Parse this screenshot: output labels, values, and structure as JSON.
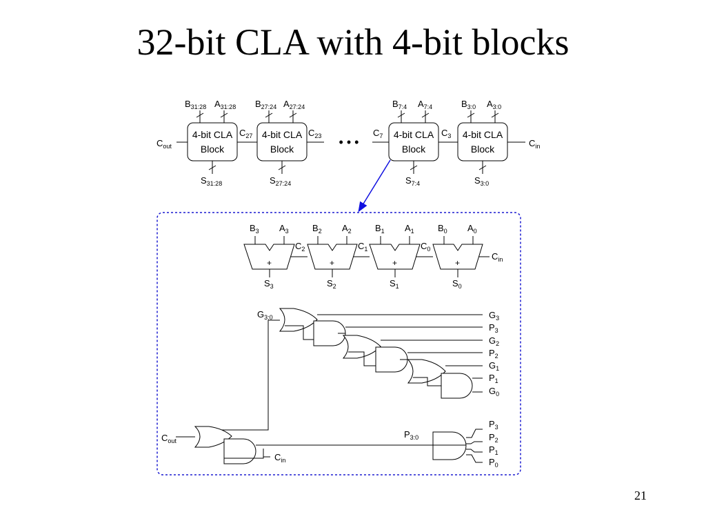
{
  "title": "32-bit CLA with 4-bit blocks",
  "page_number": "21",
  "block_label": [
    "4-bit CLA",
    "Block"
  ],
  "ellipsis": "• • •",
  "top_inputs": [
    {
      "b": "B",
      "b_sub": "31:28",
      "a": "A",
      "a_sub": "31:28"
    },
    {
      "b": "B",
      "b_sub": "27:24",
      "a": "A",
      "a_sub": "27:24"
    },
    {
      "b": "B",
      "b_sub": "7:4",
      "a": "A",
      "a_sub": "7:4"
    },
    {
      "b": "B",
      "b_sub": "3:0",
      "a": "A",
      "a_sub": "3:0"
    }
  ],
  "top_sums": [
    {
      "t": "S",
      "sub": "31:28"
    },
    {
      "t": "S",
      "sub": "27:24"
    },
    {
      "t": "S",
      "sub": "7:4"
    },
    {
      "t": "S",
      "sub": "3:0"
    }
  ],
  "top_carries": {
    "cout": {
      "t": "C",
      "sub": "out"
    },
    "c27": {
      "t": "C",
      "sub": "27"
    },
    "c23": {
      "t": "C",
      "sub": "23"
    },
    "c7": {
      "t": "C",
      "sub": "7"
    },
    "c3": {
      "t": "C",
      "sub": "3"
    },
    "cin": {
      "t": "C",
      "sub": "in"
    }
  },
  "adders": [
    {
      "b": "B",
      "b_sub": "3",
      "a": "A",
      "a_sub": "3",
      "s": "S",
      "s_sub": "3",
      "op": "+"
    },
    {
      "b": "B",
      "b_sub": "2",
      "a": "A",
      "a_sub": "2",
      "s": "S",
      "s_sub": "2",
      "op": "+"
    },
    {
      "b": "B",
      "b_sub": "1",
      "a": "A",
      "a_sub": "1",
      "s": "S",
      "s_sub": "1",
      "op": "+"
    },
    {
      "b": "B",
      "b_sub": "0",
      "a": "A",
      "a_sub": "0",
      "s": "S",
      "s_sub": "0",
      "op": "+"
    }
  ],
  "adder_carries": {
    "c2": {
      "t": "C",
      "sub": "2"
    },
    "c1": {
      "t": "C",
      "sub": "1"
    },
    "c0": {
      "t": "C",
      "sub": "0"
    },
    "cin": {
      "t": "C",
      "sub": "in"
    }
  },
  "gen_label": {
    "t": "G",
    "sub": "3:0"
  },
  "gen_inputs": [
    {
      "t": "G",
      "sub": "3"
    },
    {
      "t": "P",
      "sub": "3"
    },
    {
      "t": "G",
      "sub": "2"
    },
    {
      "t": "P",
      "sub": "2"
    },
    {
      "t": "G",
      "sub": "1"
    },
    {
      "t": "P",
      "sub": "1"
    },
    {
      "t": "G",
      "sub": "0"
    }
  ],
  "prop_label": {
    "t": "P",
    "sub": "3:0"
  },
  "prop_inputs": [
    {
      "t": "P",
      "sub": "3"
    },
    {
      "t": "P",
      "sub": "2"
    },
    {
      "t": "P",
      "sub": "1"
    },
    {
      "t": "P",
      "sub": "0"
    }
  ],
  "cout_label": {
    "t": "C",
    "sub": "out"
  },
  "cin_label": {
    "t": "C",
    "sub": "in"
  },
  "colors": {
    "arrow": "#1010e0",
    "dashed_border": "#1a1ad0",
    "wire": "#000000",
    "gate_fill": "#ffffff"
  }
}
